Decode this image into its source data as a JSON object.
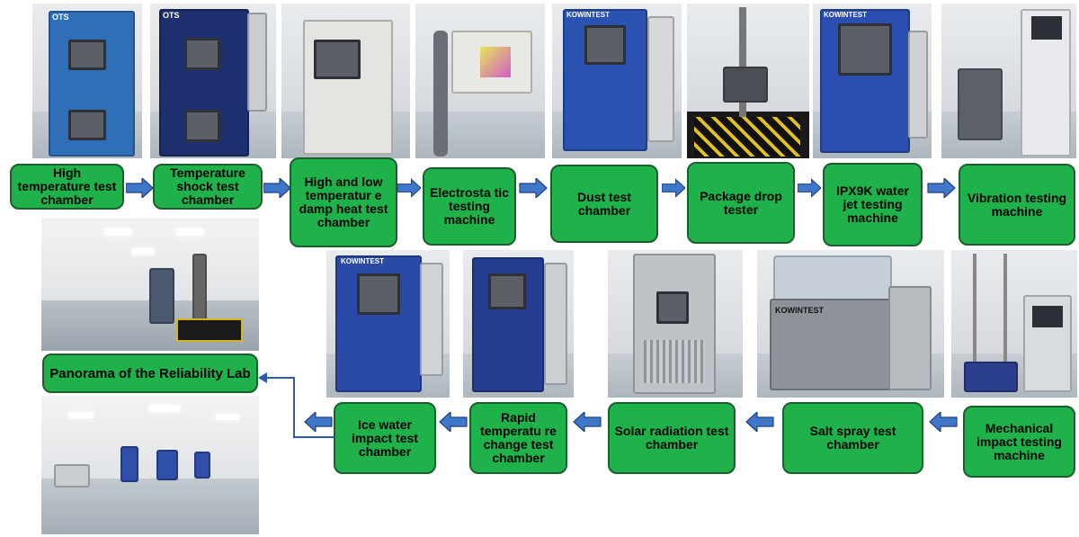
{
  "labels": {
    "high_temp": "High temperature test chamber",
    "temp_shock": "Temperature shock test chamber",
    "damp_heat": "High and low temperatur e damp heat test chamber",
    "electrostatic": "Electrosta tic testing machine",
    "dust": "Dust test chamber",
    "package_drop": "Package drop tester",
    "ipx9k": "IPX9K water jet testing machine",
    "vibration": "Vibration testing machine",
    "mechanical_impact": "Mechanical impact testing machine",
    "salt_spray": "Salt spray test chamber",
    "solar_radiation": "Solar radiation test chamber",
    "rapid_temp": "Rapid temperatu re change test chamber",
    "ice_water": "Ice water impact test chamber",
    "panorama": "Panorama of the Reliability Lab"
  },
  "brand_text": {
    "kowintest": "KOWINTEST",
    "ots": "OTS"
  },
  "colors": {
    "label_fill": "#1fb24a",
    "label_border": "#1d5e2e",
    "arrow_fill": "#3f78c8",
    "arrow_stroke": "#1f3f86",
    "connector": "#2e5aa8"
  },
  "icons": {
    "flow_arrow": "block-arrow-right / block-arrow-left"
  }
}
